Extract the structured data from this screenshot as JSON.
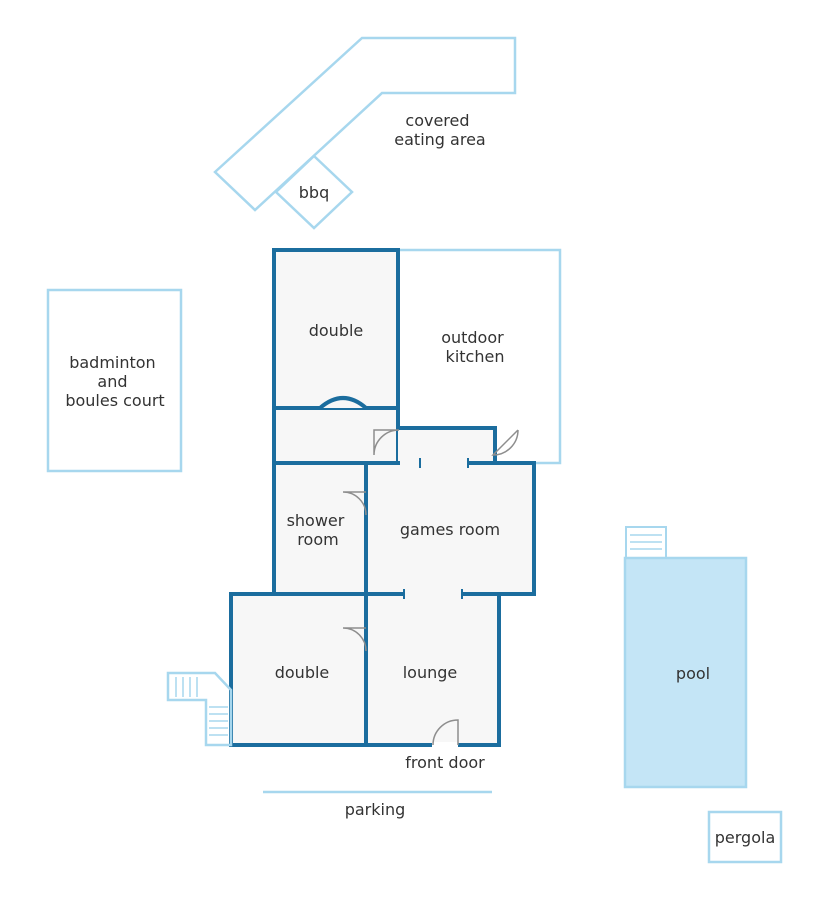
{
  "colors": {
    "wall": "#1b6d9e",
    "outline": "#a7d7ee",
    "pool_fill": "#c4e5f6",
    "room_fill": "#f7f7f7",
    "text": "#333333",
    "door": "#8e8e8e"
  },
  "labels": {
    "covered_eating_area": [
      "covered",
      "eating area"
    ],
    "bbq": "bbq",
    "badminton_court": [
      "badminton",
      "and",
      "boules court"
    ],
    "outdoor_kitchen": [
      "outdoor",
      "kitchen"
    ],
    "double_top": "double",
    "shower_room": [
      "shower",
      "room"
    ],
    "games_room": "games room",
    "double_bottom": "double",
    "lounge": "lounge",
    "front_door": "front door",
    "parking": "parking",
    "pool": "pool",
    "pergola": "pergola"
  }
}
